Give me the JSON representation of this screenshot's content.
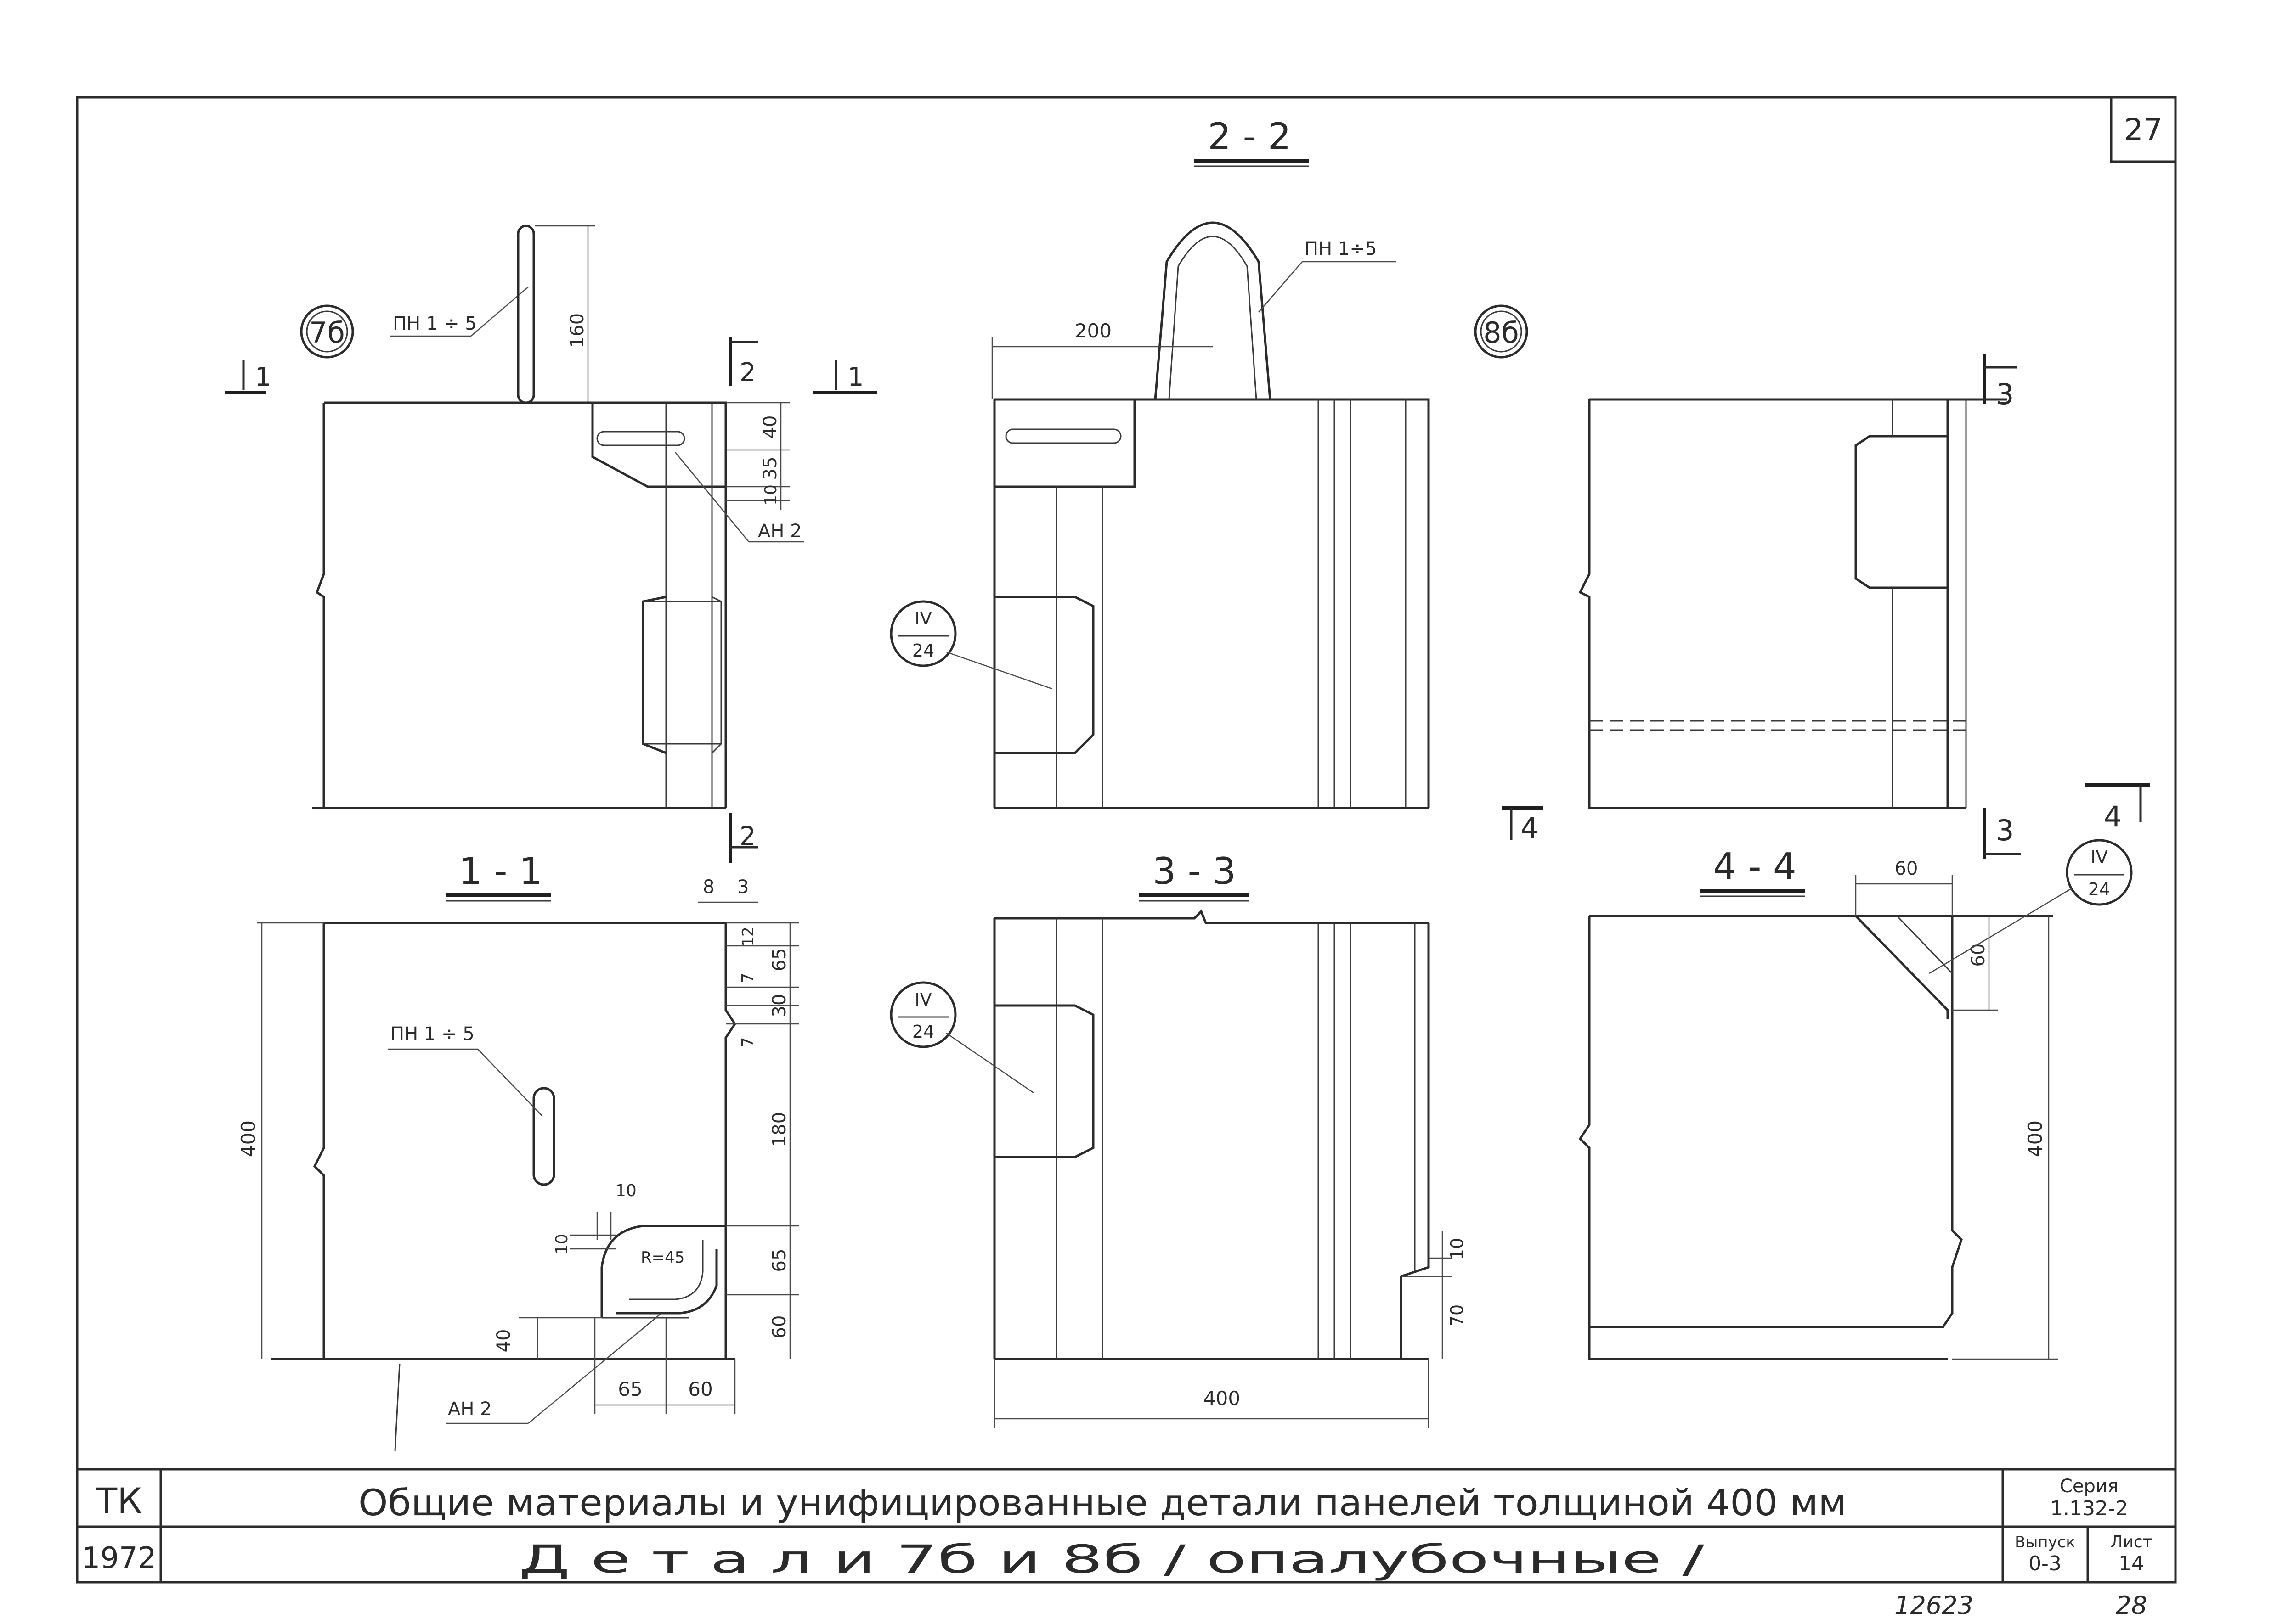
{
  "sheet_number": "27",
  "page_stamp": "28",
  "archive_number": "12623",
  "details": {
    "d7": "7б",
    "d8": "8б"
  },
  "sections": {
    "s11": "1 - 1",
    "s22": "2 - 2",
    "s33": "3 - 3",
    "s44": "4 - 4"
  },
  "cut_marks": {
    "m1": "1",
    "m2": "2",
    "m3": "3",
    "m4": "4"
  },
  "callouts": {
    "pn": "ПН 1 ÷ 5",
    "pn_short": "ПН 1÷5",
    "an": "АН 2",
    "ref_top": "IV",
    "ref_bottom": "24"
  },
  "dims": {
    "d160": "160",
    "d200": "200",
    "d40": "40",
    "d35": "35",
    "d10": "10",
    "d8": "8",
    "d3": "3",
    "d12": "12",
    "d65": "65",
    "d7": "7",
    "d30": "30",
    "d180": "180",
    "d60": "60",
    "d400": "400",
    "d70": "70",
    "r45": "R=45"
  },
  "title_block": {
    "org": "ТК",
    "year": "1972",
    "title": "Общие материалы и унифицированные детали панелей толщиной 400 мм",
    "subtitle": "Д е т а л и   7б   и  8б / опалубочные /",
    "series_label": "Серия",
    "series_value": "1.132-2",
    "issue_label": "Выпуск",
    "issue_value": "0-3",
    "sheet_label": "Лист",
    "sheet_value": "14"
  }
}
